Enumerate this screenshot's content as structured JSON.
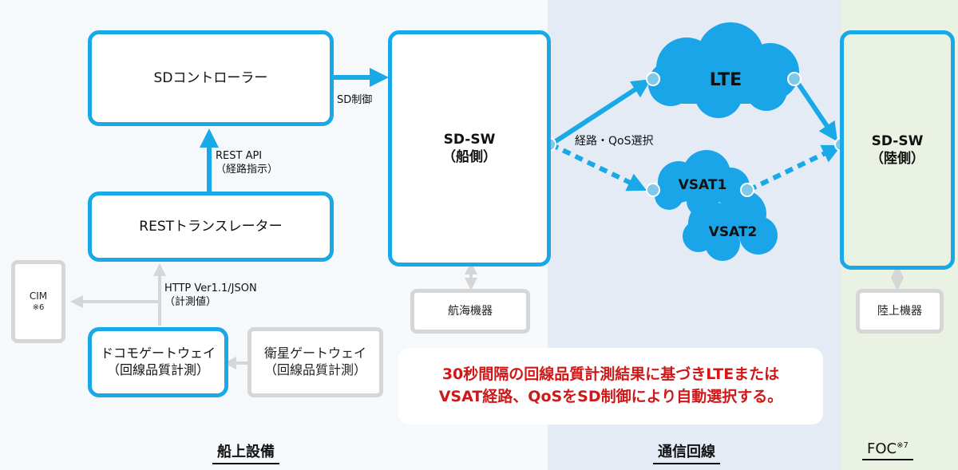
{
  "zones": {
    "ship": "船上設備",
    "comm": "通信回線",
    "foc": "FOC",
    "foc_note": "※7"
  },
  "boxes": {
    "sd_controller": "SDコントローラー",
    "rest_translator": "RESTトランスレーター",
    "cim": "CIM",
    "cim_note": "※6",
    "docomo_gateway": "ドコモゲートウェイ",
    "docomo_gateway_sub": "（回線品質計測）",
    "sat_gateway": "衛星ゲートウェイ",
    "sat_gateway_sub": "（回線品質計測）",
    "sdsw_ship": "SD-SW",
    "sdsw_ship_sub": "（船側）",
    "nav_equipment": "航海機器",
    "sdsw_land": "SD-SW",
    "sdsw_land_sub": "（陸側）",
    "land_equipment": "陸上機器"
  },
  "clouds": {
    "lte": "LTE",
    "vsat1": "VSAT1",
    "vsat2": "VSAT2"
  },
  "labels": {
    "sd_control": "SD制御",
    "rest_api": "REST API",
    "rest_api_sub": "（経路指示）",
    "http": "HTTP Ver1.1/JSON",
    "http_sub": "（計測値）",
    "route_qos": "経路・QoS選択"
  },
  "note": {
    "line1": "30秒間隔の回線品質計測結果に基づきLTEまたは",
    "line2": "VSAT経路、QoSをSD制御により自動選択する。"
  },
  "colors": {
    "accent": "#18a9e6",
    "cloud": "#1aa5e8",
    "gray_box": "#d6d6d6",
    "note_text": "#d01818"
  }
}
